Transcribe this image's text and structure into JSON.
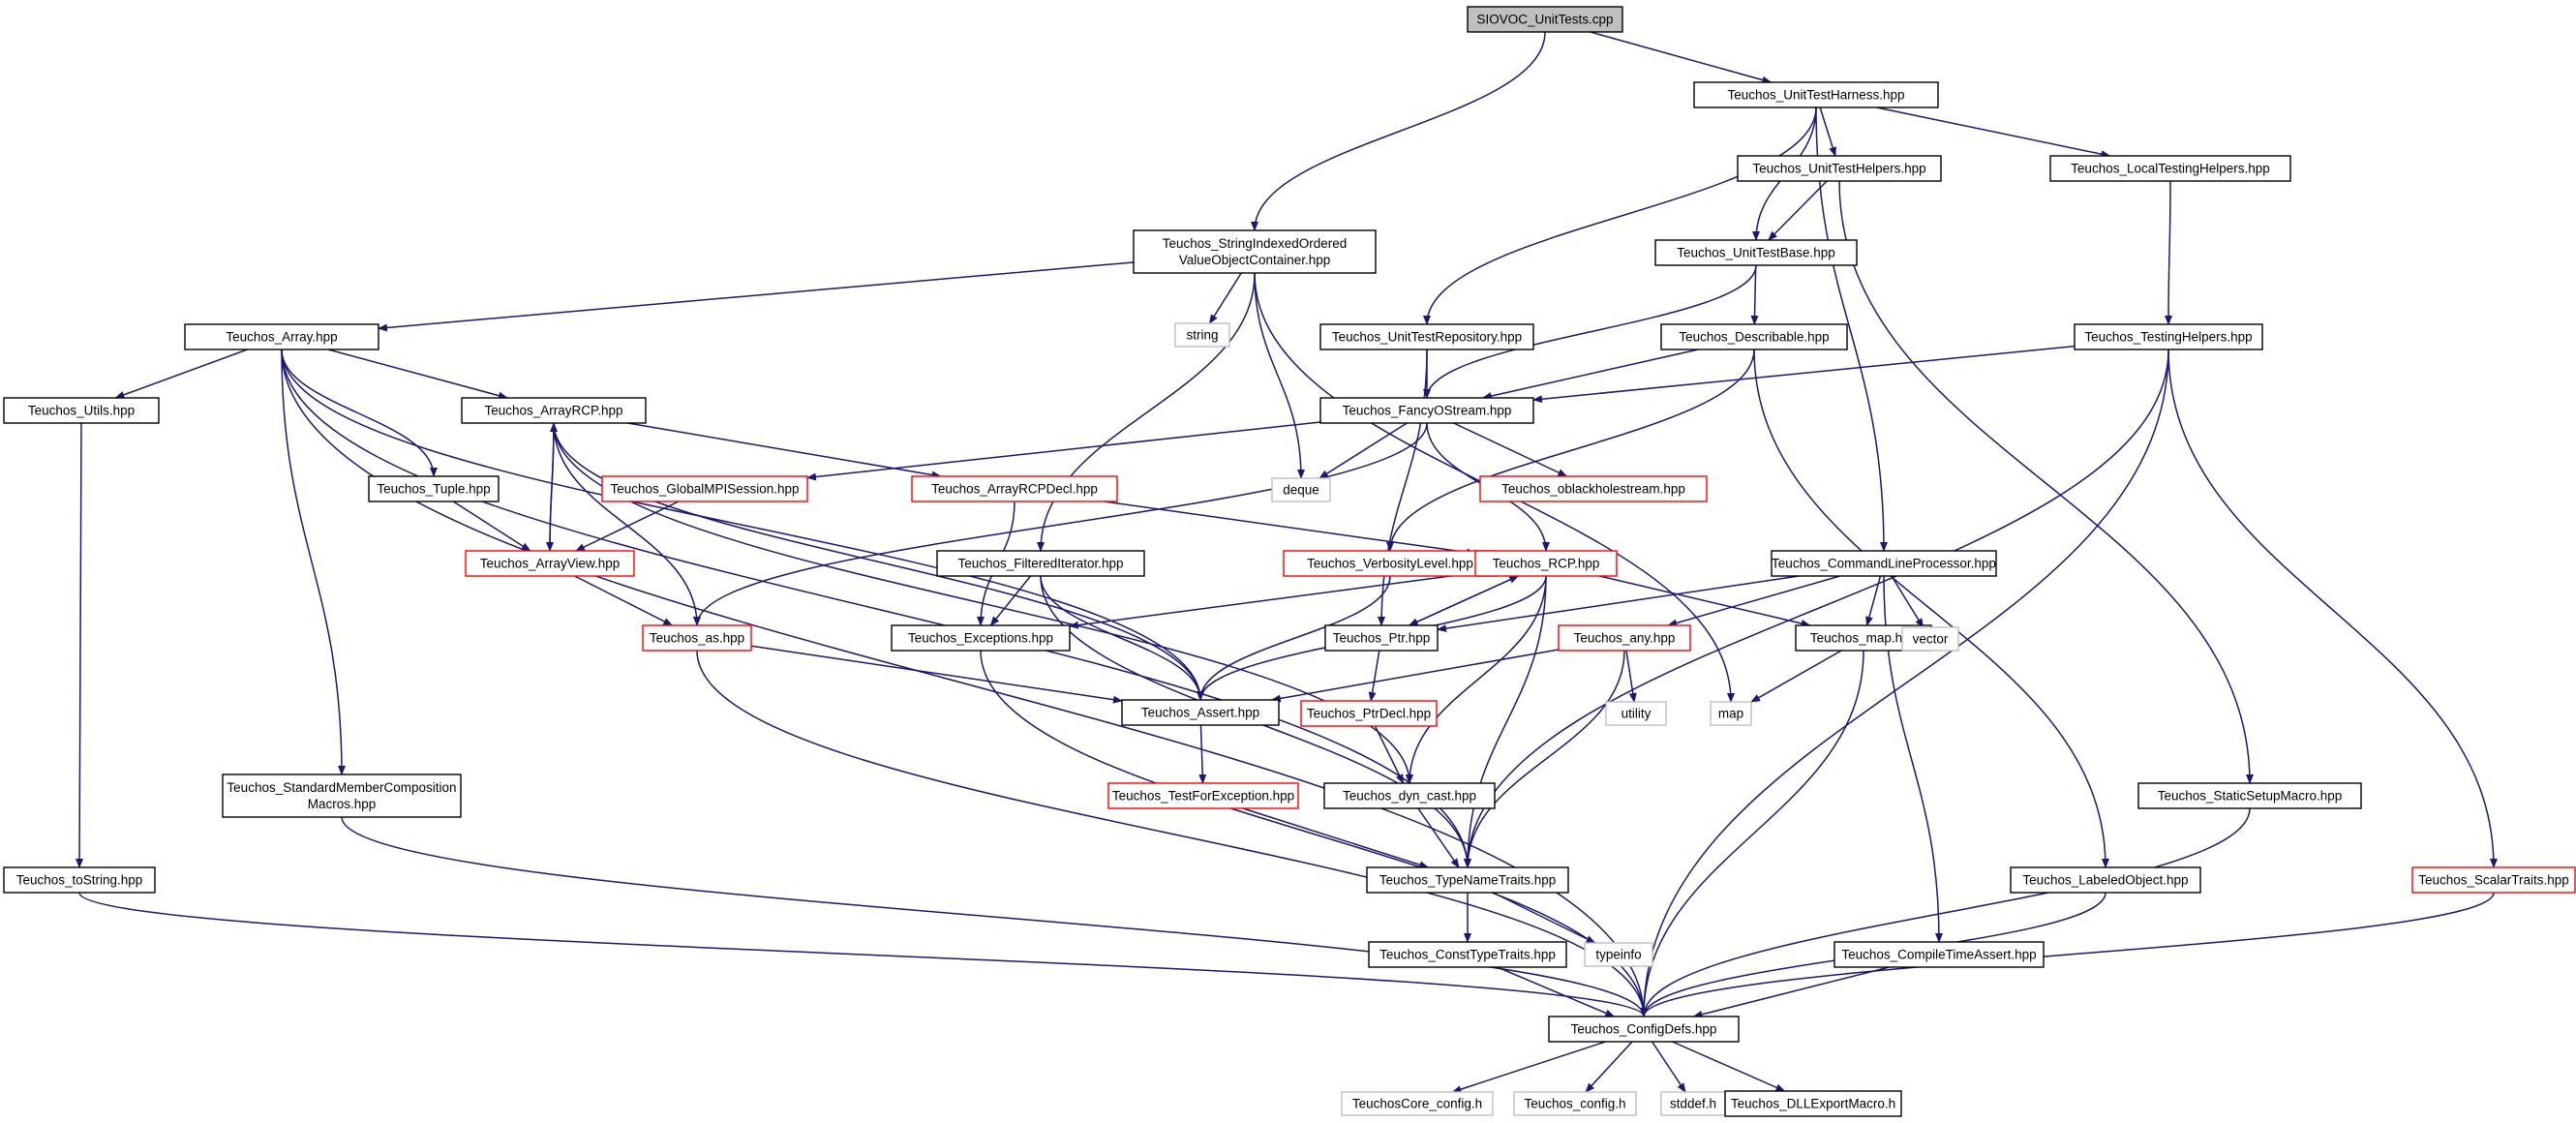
{
  "graph": {
    "edge_color": "#191970",
    "colors": {
      "normal": "#000000",
      "incomplete": "#ff0000",
      "system": "#bfbfbf",
      "root_fill": "#bfbfbf"
    },
    "nodes": [
      {
        "id": "siovoc",
        "label": [
          "SIOVOC_UnitTests.cpp"
        ],
        "style": "root"
      },
      {
        "id": "unittestharness",
        "label": [
          "Teuchos_UnitTestHarness.hpp"
        ],
        "style": "normal"
      },
      {
        "id": "sioc",
        "label": [
          "Teuchos_StringIndexedOrdered",
          "ValueObjectContainer.hpp"
        ],
        "style": "normal"
      },
      {
        "id": "unittesthelpers",
        "label": [
          "Teuchos_UnitTestHelpers.hpp"
        ],
        "style": "normal"
      },
      {
        "id": "localtesting",
        "label": [
          "Teuchos_LocalTestingHelpers.hpp"
        ],
        "style": "normal"
      },
      {
        "id": "unittestbase",
        "label": [
          "Teuchos_UnitTestBase.hpp"
        ],
        "style": "normal"
      },
      {
        "id": "array",
        "label": [
          "Teuchos_Array.hpp"
        ],
        "style": "normal"
      },
      {
        "id": "string",
        "label": [
          "string"
        ],
        "style": "system"
      },
      {
        "id": "unittestrepo",
        "label": [
          "Teuchos_UnitTestRepository.hpp"
        ],
        "style": "normal"
      },
      {
        "id": "describable",
        "label": [
          "Teuchos_Describable.hpp"
        ],
        "style": "normal"
      },
      {
        "id": "testinghelpers",
        "label": [
          "Teuchos_TestingHelpers.hpp"
        ],
        "style": "normal"
      },
      {
        "id": "utils",
        "label": [
          "Teuchos_Utils.hpp"
        ],
        "style": "normal"
      },
      {
        "id": "arrayrcp",
        "label": [
          "Teuchos_ArrayRCP.hpp"
        ],
        "style": "normal"
      },
      {
        "id": "fancyostream",
        "label": [
          "Teuchos_FancyOStream.hpp"
        ],
        "style": "normal"
      },
      {
        "id": "deque",
        "label": [
          "deque"
        ],
        "style": "system"
      },
      {
        "id": "tuple",
        "label": [
          "Teuchos_Tuple.hpp"
        ],
        "style": "normal"
      },
      {
        "id": "globalmpi",
        "label": [
          "Teuchos_GlobalMPISession.hpp"
        ],
        "style": "incomplete"
      },
      {
        "id": "arrayrcpdecl",
        "label": [
          "Teuchos_ArrayRCPDecl.hpp"
        ],
        "style": "incomplete"
      },
      {
        "id": "oblackhole",
        "label": [
          "Teuchos_oblackholestream.hpp"
        ],
        "style": "incomplete"
      },
      {
        "id": "arrayview",
        "label": [
          "Teuchos_ArrayView.hpp"
        ],
        "style": "incomplete"
      },
      {
        "id": "filtered",
        "label": [
          "Teuchos_FilteredIterator.hpp"
        ],
        "style": "normal"
      },
      {
        "id": "verbosity",
        "label": [
          "Teuchos_VerbosityLevel.hpp"
        ],
        "style": "incomplete"
      },
      {
        "id": "rcp",
        "label": [
          "Teuchos_RCP.hpp"
        ],
        "style": "incomplete"
      },
      {
        "id": "cmdline",
        "label": [
          "Teuchos_CommandLineProcessor.hpp"
        ],
        "style": "normal"
      },
      {
        "id": "as",
        "label": [
          "Teuchos_as.hpp"
        ],
        "style": "incomplete"
      },
      {
        "id": "exceptions",
        "label": [
          "Teuchos_Exceptions.hpp"
        ],
        "style": "normal"
      },
      {
        "id": "ptr",
        "label": [
          "Teuchos_Ptr.hpp"
        ],
        "style": "normal"
      },
      {
        "id": "any",
        "label": [
          "Teuchos_any.hpp"
        ],
        "style": "incomplete"
      },
      {
        "id": "tmap",
        "label": [
          "Teuchos_map.hpp"
        ],
        "style": "normal"
      },
      {
        "id": "vector",
        "label": [
          "vector"
        ],
        "style": "system"
      },
      {
        "id": "assert",
        "label": [
          "Teuchos_Assert.hpp"
        ],
        "style": "normal"
      },
      {
        "id": "ptrdecl",
        "label": [
          "Teuchos_PtrDecl.hpp"
        ],
        "style": "incomplete"
      },
      {
        "id": "utility",
        "label": [
          "utility"
        ],
        "style": "system"
      },
      {
        "id": "map",
        "label": [
          "map"
        ],
        "style": "system"
      },
      {
        "id": "stdmember",
        "label": [
          "Teuchos_StandardMemberComposition",
          "Macros.hpp"
        ],
        "style": "normal"
      },
      {
        "id": "testforexc",
        "label": [
          "Teuchos_TestForException.hpp"
        ],
        "style": "incomplete"
      },
      {
        "id": "dyncast",
        "label": [
          "Teuchos_dyn_cast.hpp"
        ],
        "style": "normal"
      },
      {
        "id": "staticsetup",
        "label": [
          "Teuchos_StaticSetupMacro.hpp"
        ],
        "style": "normal"
      },
      {
        "id": "tostring",
        "label": [
          "Teuchos_toString.hpp"
        ],
        "style": "normal"
      },
      {
        "id": "typenametraits",
        "label": [
          "Teuchos_TypeNameTraits.hpp"
        ],
        "style": "normal"
      },
      {
        "id": "labeledobject",
        "label": [
          "Teuchos_LabeledObject.hpp"
        ],
        "style": "normal"
      },
      {
        "id": "scalartraits",
        "label": [
          "Teuchos_ScalarTraits.hpp"
        ],
        "style": "incomplete"
      },
      {
        "id": "consttypetraits",
        "label": [
          "Teuchos_ConstTypeTraits.hpp"
        ],
        "style": "normal"
      },
      {
        "id": "typeinfo",
        "label": [
          "typeinfo"
        ],
        "style": "system"
      },
      {
        "id": "compiletime",
        "label": [
          "Teuchos_CompileTimeAssert.hpp"
        ],
        "style": "normal"
      },
      {
        "id": "configdefs",
        "label": [
          "Teuchos_ConfigDefs.hpp"
        ],
        "style": "normal"
      },
      {
        "id": "corecfg",
        "label": [
          "TeuchosCore_config.h"
        ],
        "style": "system"
      },
      {
        "id": "tconfig",
        "label": [
          "Teuchos_config.h"
        ],
        "style": "system"
      },
      {
        "id": "stddef",
        "label": [
          "stddef.h"
        ],
        "style": "system"
      },
      {
        "id": "dllexport",
        "label": [
          "Teuchos_DLLExportMacro.h"
        ],
        "style": "normal"
      }
    ],
    "edges": [
      [
        "siovoc",
        "unittestharness"
      ],
      [
        "siovoc",
        "sioc"
      ],
      [
        "unittestharness",
        "unittesthelpers"
      ],
      [
        "unittestharness",
        "localtesting"
      ],
      [
        "unittestharness",
        "unittestbase"
      ],
      [
        "unittestharness",
        "unittestrepo"
      ],
      [
        "unittestharness",
        "cmdline"
      ],
      [
        "unittesthelpers",
        "unittestbase"
      ],
      [
        "unittesthelpers",
        "staticsetup"
      ],
      [
        "localtesting",
        "testinghelpers"
      ],
      [
        "unittestbase",
        "describable"
      ],
      [
        "unittestbase",
        "fancyostream"
      ],
      [
        "sioc",
        "array"
      ],
      [
        "sioc",
        "string"
      ],
      [
        "sioc",
        "deque"
      ],
      [
        "sioc",
        "map"
      ],
      [
        "sioc",
        "filtered"
      ],
      [
        "array",
        "utils"
      ],
      [
        "array",
        "arrayrcp"
      ],
      [
        "array",
        "tuple"
      ],
      [
        "array",
        "assert"
      ],
      [
        "array",
        "typenametraits"
      ],
      [
        "array",
        "configdefs"
      ],
      [
        "array",
        "stdmember"
      ],
      [
        "unittestrepo",
        "fancyostream"
      ],
      [
        "unittestrepo",
        "ptr"
      ],
      [
        "describable",
        "fancyostream"
      ],
      [
        "describable",
        "verbosity"
      ],
      [
        "describable",
        "labeledobject"
      ],
      [
        "testinghelpers",
        "fancyostream"
      ],
      [
        "testinghelpers",
        "typenametraits"
      ],
      [
        "testinghelpers",
        "configdefs"
      ],
      [
        "testinghelpers",
        "scalartraits"
      ],
      [
        "utils",
        "tostring"
      ],
      [
        "arrayrcp",
        "arrayview"
      ],
      [
        "arrayrcp",
        "arrayrcpdecl"
      ],
      [
        "arrayrcp",
        "as"
      ],
      [
        "arrayrcp",
        "assert"
      ],
      [
        "arrayrcp",
        "dyncast"
      ],
      [
        "fancyostream",
        "deque"
      ],
      [
        "fancyostream",
        "globalmpi"
      ],
      [
        "fancyostream",
        "oblackhole"
      ],
      [
        "fancyostream",
        "rcp"
      ],
      [
        "fancyostream",
        "as"
      ],
      [
        "tuple",
        "arrayview"
      ],
      [
        "globalmpi",
        "arrayview"
      ],
      [
        "arrayrcpdecl",
        "rcp"
      ],
      [
        "arrayrcpdecl",
        "exceptions"
      ],
      [
        "arrayview",
        "arrayrcp"
      ],
      [
        "arrayview",
        "as"
      ],
      [
        "filtered",
        "exceptions"
      ],
      [
        "filtered",
        "assert"
      ],
      [
        "filtered",
        "typenametraits"
      ],
      [
        "verbosity",
        "assert"
      ],
      [
        "rcp",
        "ptr"
      ],
      [
        "rcp",
        "assert"
      ],
      [
        "rcp",
        "exceptions"
      ],
      [
        "rcp",
        "tmap"
      ],
      [
        "rcp",
        "dyncast"
      ],
      [
        "rcp",
        "typenametraits"
      ],
      [
        "cmdline",
        "ptr"
      ],
      [
        "cmdline",
        "any"
      ],
      [
        "cmdline",
        "tmap"
      ],
      [
        "cmdline",
        "vector"
      ],
      [
        "cmdline",
        "compiletime"
      ],
      [
        "as",
        "assert"
      ],
      [
        "as",
        "configdefs"
      ],
      [
        "exceptions",
        "configdefs"
      ],
      [
        "ptr",
        "rcp"
      ],
      [
        "ptr",
        "ptrdecl"
      ],
      [
        "any",
        "assert"
      ],
      [
        "any",
        "utility"
      ],
      [
        "any",
        "typenametraits"
      ],
      [
        "tmap",
        "map"
      ],
      [
        "tmap",
        "configdefs"
      ],
      [
        "assert",
        "testforexc"
      ],
      [
        "ptrdecl",
        "dyncast"
      ],
      [
        "stdmember",
        "configdefs"
      ],
      [
        "testforexc",
        "typenametraits"
      ],
      [
        "dyncast",
        "typenametraits"
      ],
      [
        "staticsetup",
        "configdefs"
      ],
      [
        "tostring",
        "configdefs"
      ],
      [
        "typenametraits",
        "consttypetraits"
      ],
      [
        "typenametraits",
        "typeinfo"
      ],
      [
        "labeledobject",
        "configdefs"
      ],
      [
        "scalartraits",
        "configdefs"
      ],
      [
        "consttypetraits",
        "configdefs"
      ],
      [
        "compiletime",
        "configdefs"
      ],
      [
        "configdefs",
        "corecfg"
      ],
      [
        "configdefs",
        "tconfig"
      ],
      [
        "configdefs",
        "stddef"
      ],
      [
        "configdefs",
        "dllexport"
      ]
    ]
  }
}
